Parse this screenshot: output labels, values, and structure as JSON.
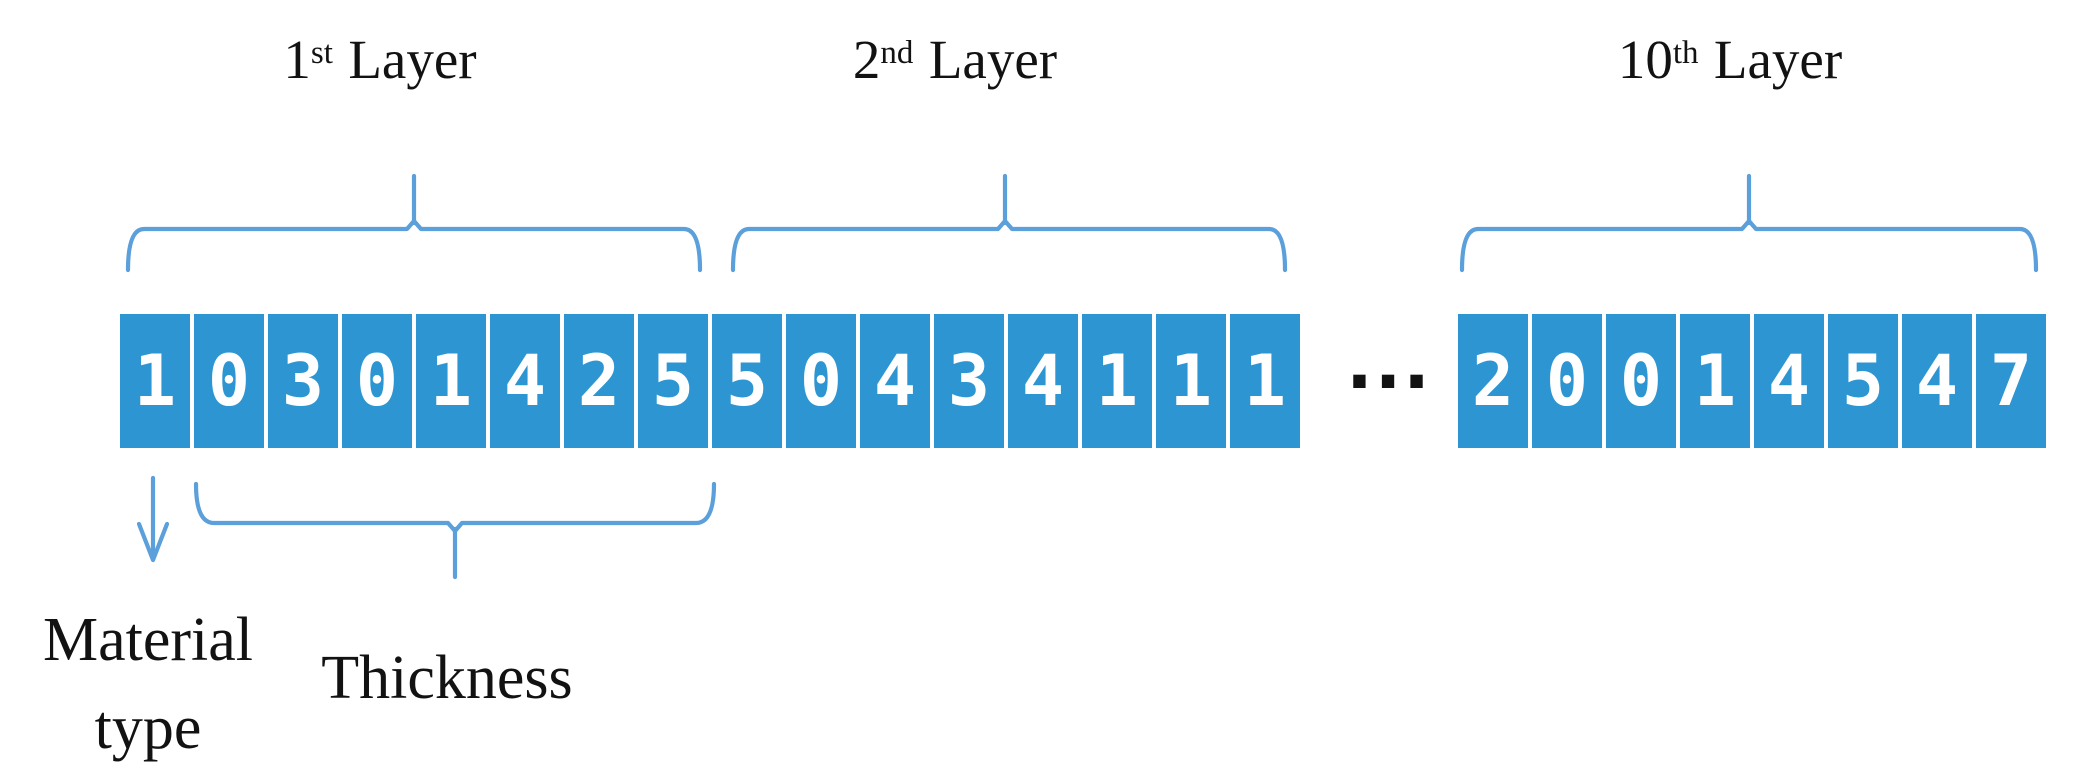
{
  "layers": [
    {
      "num": "1",
      "ord": "st",
      "word": "Layer"
    },
    {
      "num": "2",
      "ord": "nd",
      "word": "Layer"
    },
    {
      "num": "10",
      "ord": "th",
      "word": "Layer"
    }
  ],
  "sequence": {
    "layer1": [
      "1",
      "0",
      "3",
      "0",
      "1",
      "4",
      "2",
      "5"
    ],
    "layer2": [
      "5",
      "0",
      "4",
      "3",
      "4",
      "1",
      "1",
      "1"
    ],
    "layer10": [
      "2",
      "0",
      "0",
      "1",
      "4",
      "5",
      "4",
      "7"
    ],
    "ellipsis": "..."
  },
  "annotations": {
    "material_line1": "Material",
    "material_line2": "type",
    "thickness": "Thickness"
  },
  "colors": {
    "cell_blue": "#2D96D2",
    "accent_blue": "#5B9FDB",
    "ink": "#121212"
  }
}
